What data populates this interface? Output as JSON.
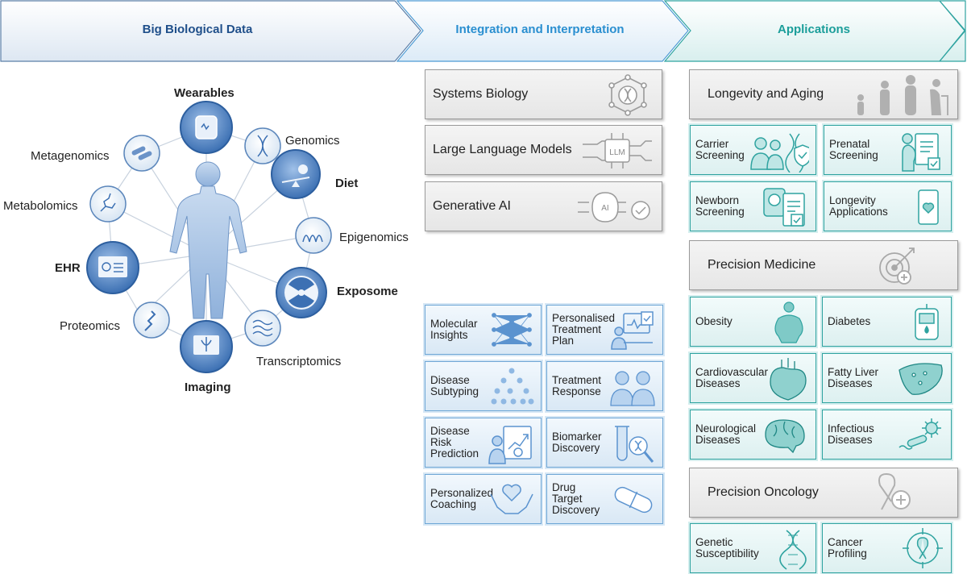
{
  "header": {
    "col1": "Big Biological Data",
    "col2": "Integration and Interpretation",
    "col3": "Applications",
    "colors": {
      "col1": "#1f4f8a",
      "col2": "#2a8fd0",
      "col3": "#1b9e9a"
    }
  },
  "hub": {
    "wearables": "Wearables",
    "genomics": "Genomics",
    "diet": "Diet",
    "epigenomics": "Epigenomics",
    "exposome": "Exposome",
    "transcriptomics": "Transcriptomics",
    "imaging": "Imaging",
    "proteomics": "Proteomics",
    "ehr": "EHR",
    "metabolomics": "Metabolomics",
    "metagenomics": "Metagenomics"
  },
  "integration": {
    "main": [
      "Systems Biology",
      "Large Language Models",
      "Generative AI"
    ],
    "grid": [
      [
        "Molecular Insights",
        "Personalised Treatment Plan"
      ],
      [
        "Disease Subtyping",
        "Treatment Response"
      ],
      [
        "Disease Risk Prediction",
        "Biomarker Discovery"
      ],
      [
        "Personalized Coaching",
        "Drug Target Discovery"
      ]
    ],
    "llm_chip": "LLM",
    "ai_chip": "AI"
  },
  "applications": {
    "longevity": "Longevity and Aging",
    "longevity_items": [
      "Carrier Screening",
      "Prenatal Screening",
      "Newborn Screening",
      "Longevity Applications"
    ],
    "precision_medicine": "Precision Medicine",
    "pm_items": [
      "Obesity",
      "Diabetes",
      "Cardiovascular Diseases",
      "Fatty Liver Diseases",
      "Neurological Diseases",
      "Infectious Diseases"
    ],
    "precision_oncology": "Precision Oncology",
    "po_items": [
      "Genetic Susceptibility",
      "Cancer Profiling"
    ]
  }
}
